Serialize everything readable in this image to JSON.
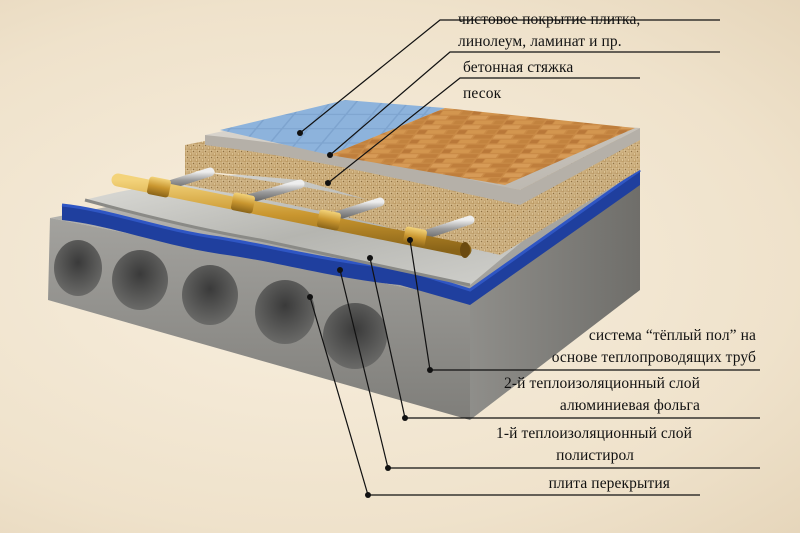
{
  "labels": {
    "finish_line1": "чистовое покрытие плитка,",
    "finish_line2": "линолеум, ламинат и пр.",
    "screed": "бетонная стяжка",
    "sand": "песок",
    "heating_line1": "система “тёплый пол” на",
    "heating_line2": "основе теплопроводящих труб",
    "insul2_line1": "2-й теплоизоляционный слой",
    "insul2_line2": "алюминиевая фольга",
    "insul1_line1": "1-й теплоизоляционный слой",
    "insul1_line2": "полистирол",
    "slab": "плита перекрытия"
  },
  "colors": {
    "slab": "#a9a9a5",
    "polystyrene": "#1f3f9e",
    "foil": "#c9c9c5",
    "pipe": "#d1a43a",
    "sand": "#c9ab7a",
    "screed": "#cfcac2",
    "tile": "#7ea4cf",
    "laminate": "#c98a46",
    "leader": "#111111"
  }
}
